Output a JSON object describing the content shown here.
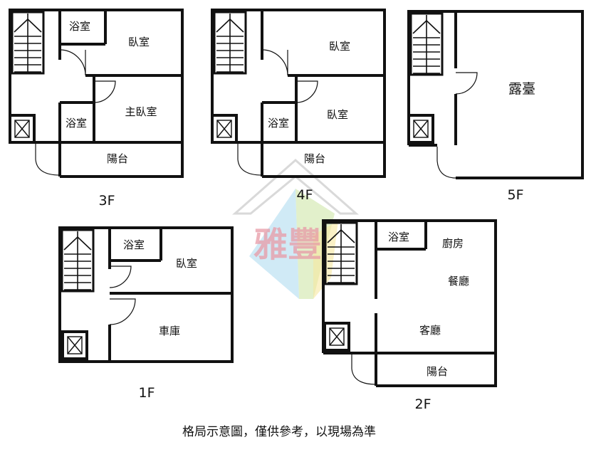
{
  "watermark": {
    "text": "雅豐",
    "colors": {
      "text": "#e89aa6",
      "green": "#cfe6a8",
      "blue": "#a9d8ef",
      "yellow": "#f6e7a0",
      "outline": "#d9d9d9"
    }
  },
  "floors": {
    "f3": {
      "label": "3F",
      "bath_top": "浴室",
      "bedroom": "臥室",
      "master_bedroom": "主臥室",
      "bath_bottom": "浴室",
      "balcony": "陽台"
    },
    "f4": {
      "label": "4F",
      "bedroom_top": "臥室",
      "bedroom_bottom": "臥室",
      "bath": "浴室",
      "balcony": "陽台"
    },
    "f5": {
      "label": "5F",
      "terrace": "露臺"
    },
    "f1": {
      "label": "1F",
      "bath": "浴室",
      "bedroom": "臥室",
      "garage": "車庫"
    },
    "f2": {
      "label": "2F",
      "bath": "浴室",
      "kitchen": "廚房",
      "dining": "餐廳",
      "living": "客廳",
      "balcony": "陽台"
    }
  },
  "caption": "格局示意圖，僅供參考，以現場為準"
}
